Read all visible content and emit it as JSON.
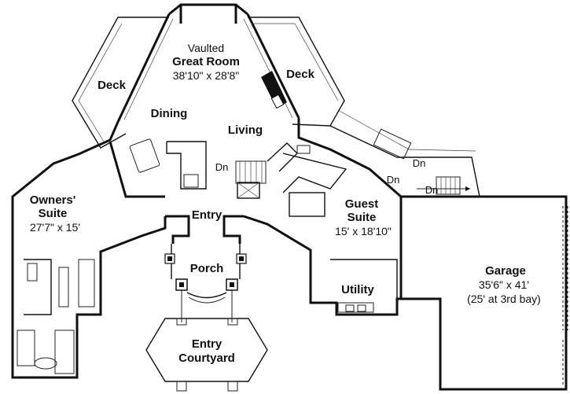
{
  "rooms": {
    "great_room": {
      "qualifier": "Vaulted",
      "name": "Great Room",
      "size": "38'10\" x 28'8\""
    },
    "deck_left": {
      "name": "Deck"
    },
    "deck_right": {
      "name": "Deck"
    },
    "dining": {
      "name": "Dining"
    },
    "living": {
      "name": "Living"
    },
    "owners_suite": {
      "name_line1": "Owners'",
      "name_line2": "Suite",
      "size": "27'7\" x 15'"
    },
    "entry": {
      "name": "Entry"
    },
    "porch": {
      "name": "Porch"
    },
    "entry_courtyard": {
      "name_line1": "Entry",
      "name_line2": "Courtyard"
    },
    "guest_suite": {
      "name_line1": "Guest",
      "name_line2": "Suite",
      "size": "15' x 18'10\""
    },
    "utility": {
      "name": "Utility"
    },
    "garage": {
      "name": "Garage",
      "size": "35'6\" x 41'",
      "note": "(25' at 3rd bay)"
    }
  },
  "stairs": {
    "down_label_left": "Dn",
    "down_label_deck": "Dn",
    "down_label_hall": "Dn",
    "down_label_garage": "Dn"
  }
}
